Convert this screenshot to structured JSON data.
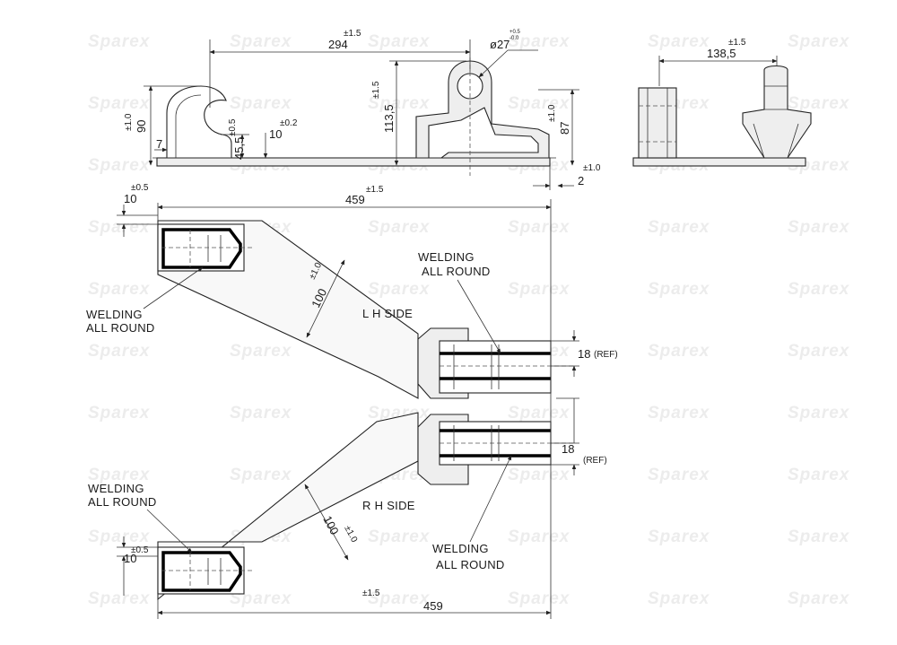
{
  "watermark": "Sparex",
  "top_view": {
    "overall_length": "294",
    "overall_length_tol": "±1.5",
    "hole_diameter": "ø27",
    "hole_tol_upper": "+0.5",
    "hole_tol_lower": "-0.0",
    "hook_height": "90",
    "hook_height_tol": "±1.0",
    "hook_lip": "7",
    "hook_inner": "45,5",
    "hook_inner_tol": "±0.5",
    "plate_gap": "10",
    "plate_gap_tol": "±0.2",
    "post_height": "113,5",
    "post_height_tol": "±1.5",
    "side_height": "87",
    "side_height_tol": "±1.0",
    "plate_thickness": "2",
    "plate_thickness_tol": "±1.0"
  },
  "end_view": {
    "width": "138,5",
    "width_tol": "±1.5"
  },
  "plan_view": {
    "overall_length_top": "459",
    "overall_length_top_tol": "±1.5",
    "overall_length_bottom": "459",
    "overall_length_bottom_tol": "±1.5",
    "offset_top": "10",
    "offset_top_tol": "±0.5",
    "offset_bottom": "10",
    "offset_bottom_tol": "±0.5",
    "arm_width_lh": "100",
    "arm_width_lh_tol": "±1.0",
    "arm_width_rh": "100",
    "arm_width_rh_tol": "±1.0",
    "lh_label": "L H SIDE",
    "rh_label": "R H SIDE",
    "ref_top": "18",
    "ref_top_suffix": "(REF)",
    "ref_bottom": "18",
    "ref_bottom_suffix": "(REF)",
    "welding_line1": "WELDING",
    "welding_line2": "ALL ROUND"
  }
}
